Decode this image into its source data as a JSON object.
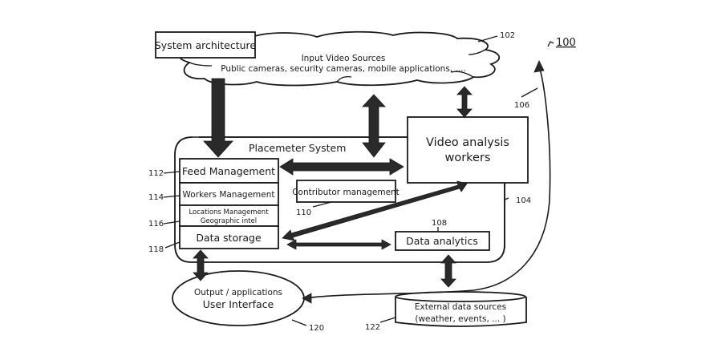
{
  "figure_ref": "100",
  "title_box": {
    "label": "System architecture"
  },
  "input_sources": {
    "ref": "102",
    "title": "Input Video Sources",
    "subtitle": "Public cameras, security cameras, mobile applications, ...."
  },
  "placemeter_system": {
    "ref": "104",
    "label": "Placemeter System",
    "modules": [
      {
        "ref": "112",
        "label": "Feed Management"
      },
      {
        "ref": "114",
        "label": "Workers Management"
      },
      {
        "ref": "116",
        "label_line1": "Locations Management",
        "label_line2": "Geographic intel"
      },
      {
        "ref": "118",
        "label": "Data storage"
      }
    ],
    "contributor_management": {
      "ref": "110",
      "label": "Contributor management"
    },
    "data_analytics": {
      "ref": "108",
      "label": "Data analytics"
    }
  },
  "video_workers": {
    "label_line1": "Video analysis",
    "label_line2": "workers"
  },
  "feedback_link": {
    "ref": "106"
  },
  "output_ui": {
    "ref": "120",
    "label_line1": "Output / applications",
    "label_line2": "User Interface"
  },
  "external_sources": {
    "ref": "122",
    "label_line1": "External data sources",
    "label_line2": "(weather, events, ... )"
  }
}
